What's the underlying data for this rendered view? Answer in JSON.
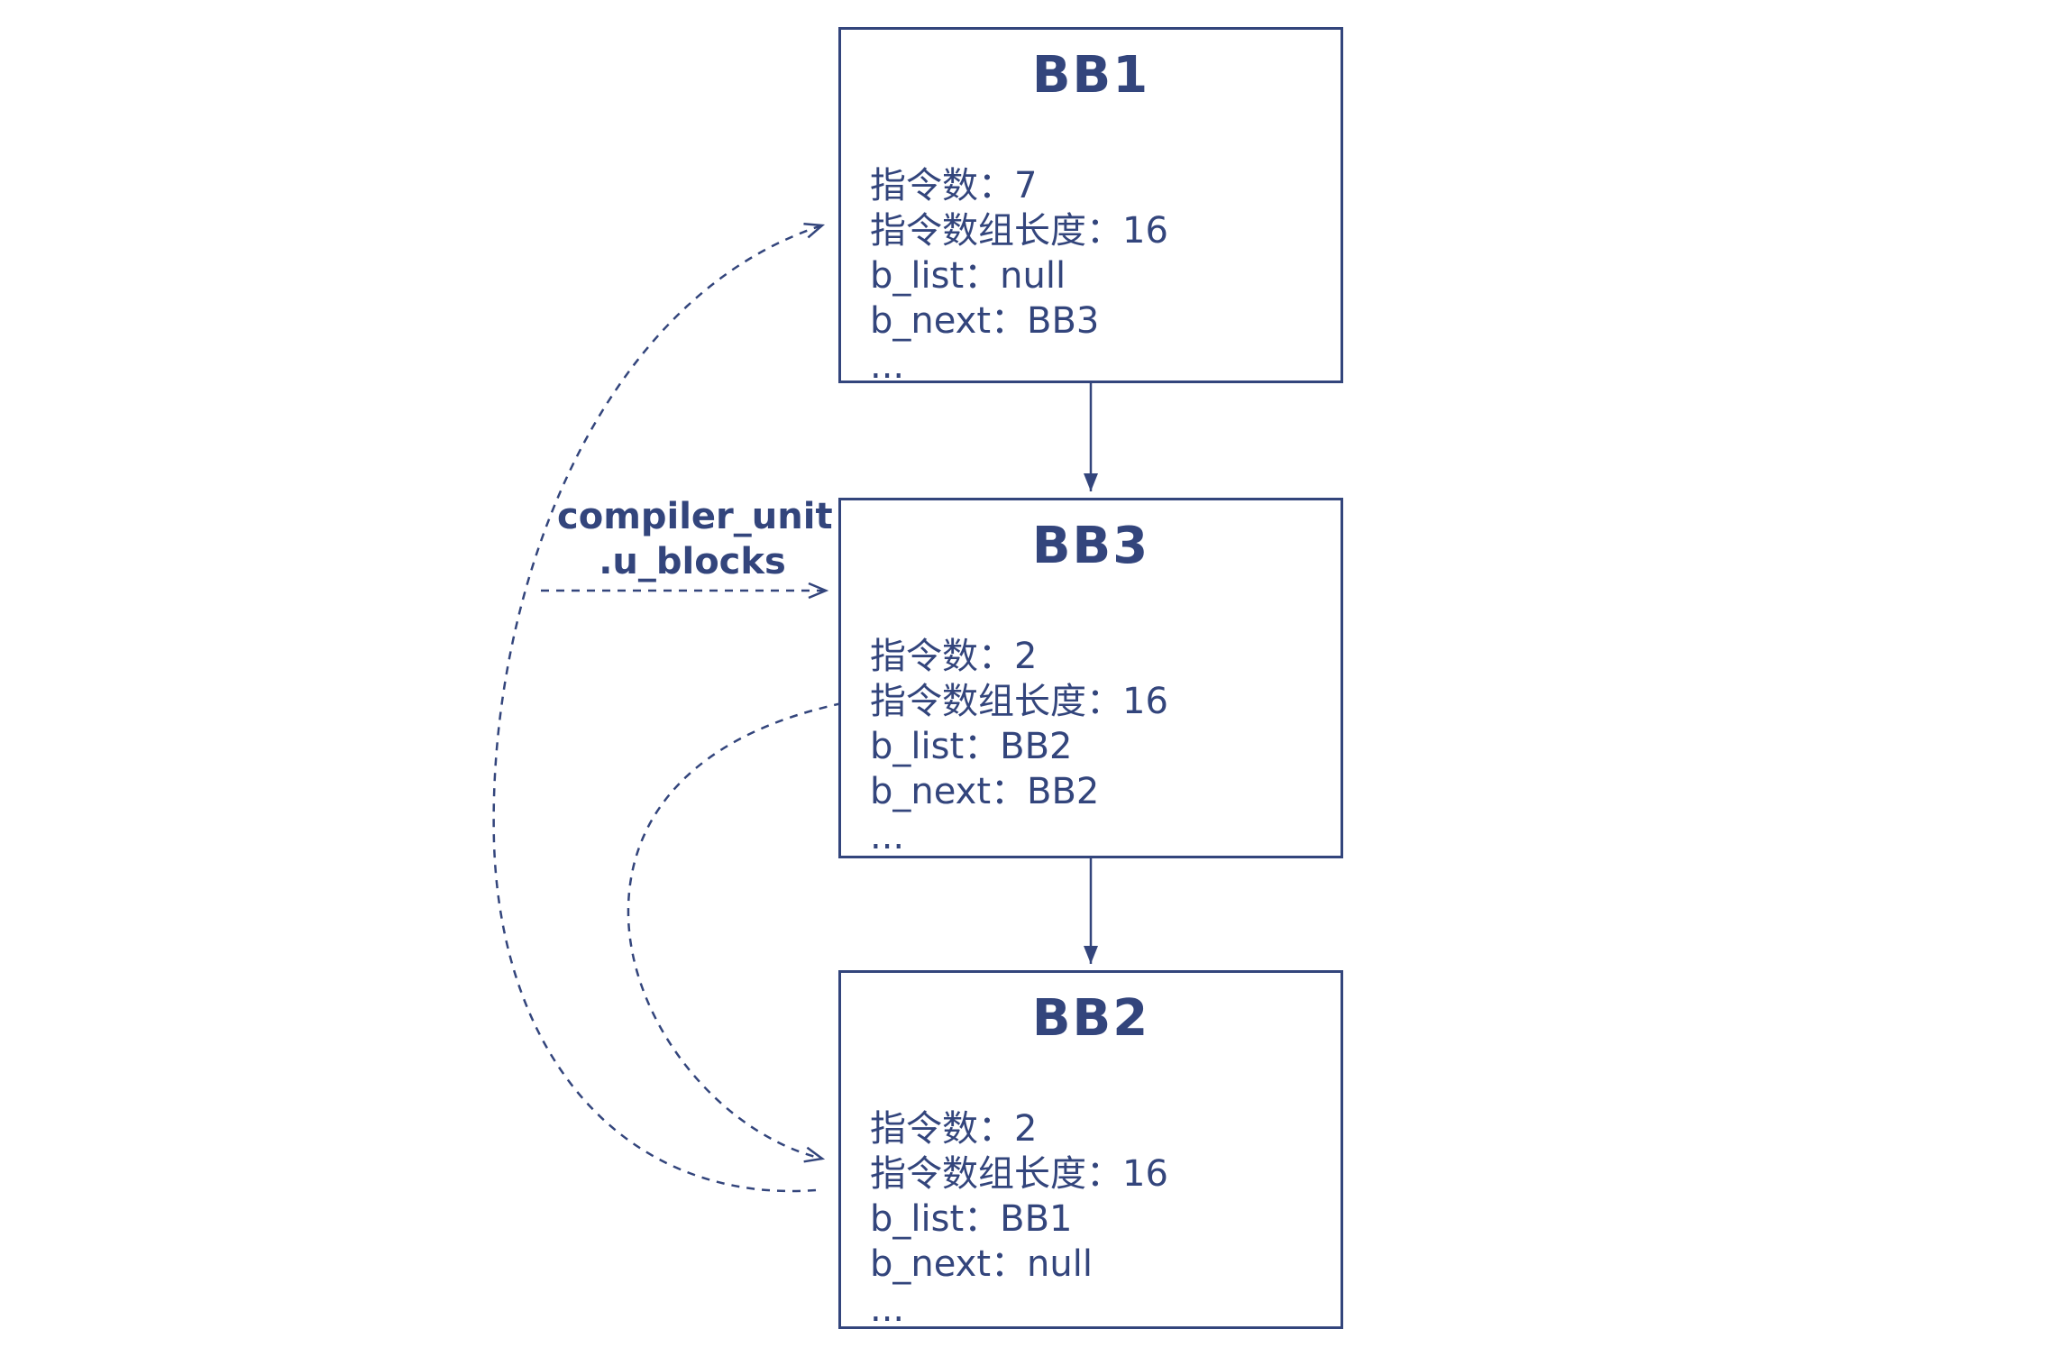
{
  "theme": {
    "accent": "#33457c",
    "background": "#ffffff"
  },
  "diagram": {
    "pointer_label": {
      "line1": "compiler_unit",
      "line2": ".u_blocks"
    },
    "blocks": [
      {
        "id": "bb1",
        "title": "BB1",
        "fields": [
          "指令数：7",
          "指令数组长度：16",
          "b_list：null",
          "b_next：BB3",
          "..."
        ]
      },
      {
        "id": "bb3",
        "title": "BB3",
        "fields": [
          "指令数：2",
          "指令数组长度：16",
          "b_list：BB2",
          "b_next：BB2",
          "..."
        ]
      },
      {
        "id": "bb2",
        "title": "BB2",
        "fields": [
          "指令数：2",
          "指令数组长度：16",
          "b_list：BB1",
          "b_next：null",
          "..."
        ]
      }
    ],
    "arrows": [
      {
        "name": "bb1-to-bb3",
        "type": "solid",
        "meaning": "b_next"
      },
      {
        "name": "bb3-to-bb2",
        "type": "solid",
        "meaning": "b_next"
      },
      {
        "name": "u-blocks-to-bb3",
        "type": "dashed",
        "meaning": "compiler_unit.u_blocks"
      },
      {
        "name": "bb3-blist-to-bb2",
        "type": "dashed",
        "meaning": "b_list"
      },
      {
        "name": "bb2-blist-to-bb1",
        "type": "dashed",
        "meaning": "b_list"
      }
    ]
  }
}
